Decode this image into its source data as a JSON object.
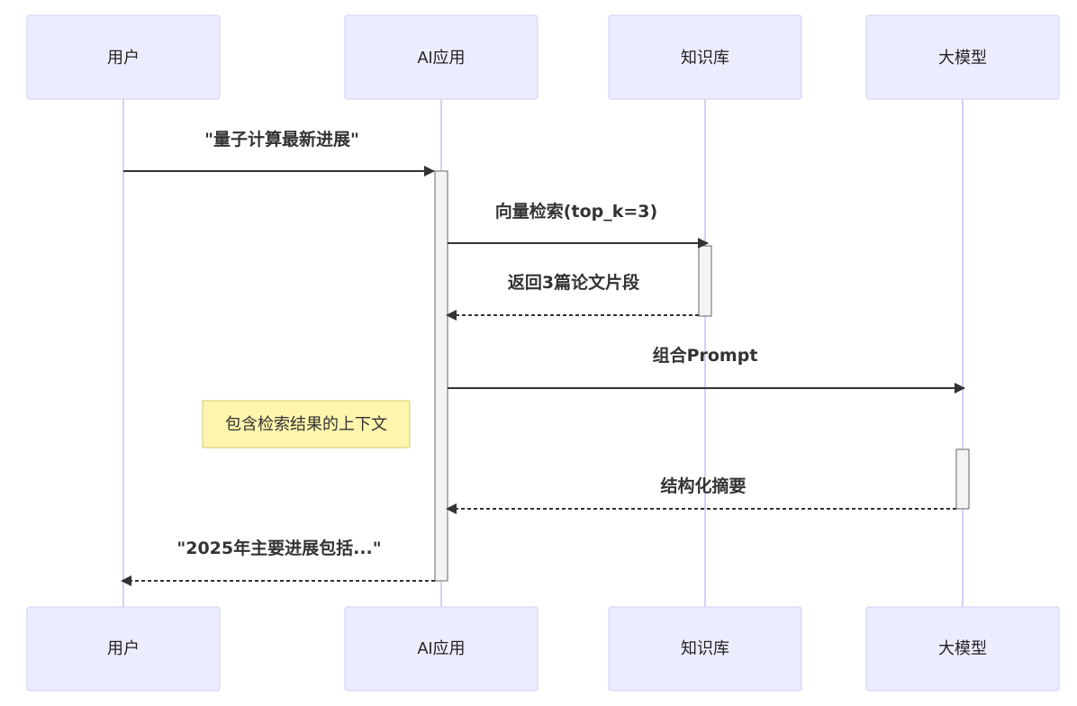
{
  "actors": [
    {
      "id": "user",
      "label": "用户"
    },
    {
      "id": "app",
      "label": "AI应用"
    },
    {
      "id": "kb",
      "label": "知识库"
    },
    {
      "id": "llm",
      "label": "大模型"
    }
  ],
  "messages": [
    {
      "from": "user",
      "to": "app",
      "label": "\"量子计算最新进展\"",
      "style": "solid"
    },
    {
      "from": "app",
      "to": "kb",
      "label": "向量检索(top_k=3)",
      "style": "solid"
    },
    {
      "from": "kb",
      "to": "app",
      "label": "返回3篇论文片段",
      "style": "dashed"
    },
    {
      "from": "app",
      "to": "llm",
      "label": "组合Prompt",
      "style": "solid"
    },
    {
      "from": "llm",
      "to": "app",
      "label": "结构化摘要",
      "style": "dashed"
    },
    {
      "from": "app",
      "to": "user",
      "label": "\"2025年主要进展包括...\"",
      "style": "dashed"
    }
  ],
  "note": {
    "text": "包含检索结果的上下文"
  },
  "colors": {
    "actor_fill": "#ECECFF",
    "lifeline": "#D9CFF5",
    "arrow": "#333333",
    "note_fill": "#FFF5AD"
  }
}
